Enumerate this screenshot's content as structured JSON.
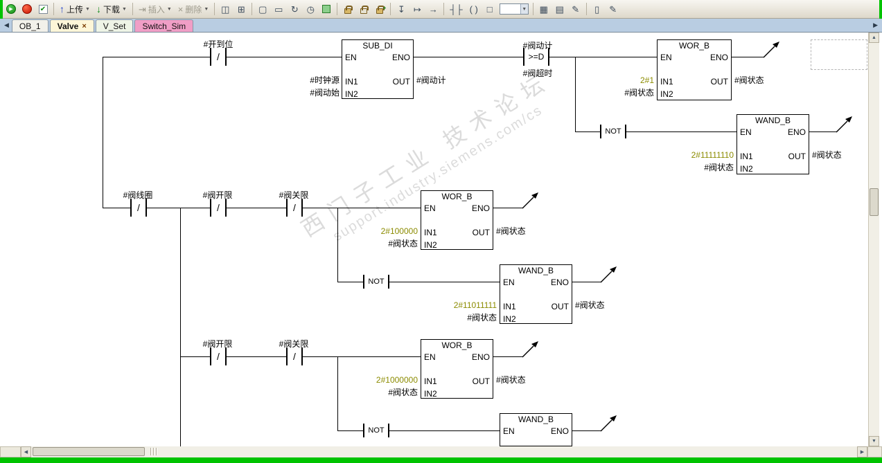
{
  "toolbar": {
    "upload": "上传",
    "download": "下载",
    "insert": "插入",
    "delete": "删除"
  },
  "tabs": {
    "items": [
      {
        "label": "OB_1"
      },
      {
        "label": "Valve",
        "close": "×"
      },
      {
        "label": "V_Set"
      },
      {
        "label": "Switch_Sim"
      }
    ]
  },
  "icons": {
    "play": "▶",
    "check": "✔",
    "up": "↑",
    "down": "↓",
    "caret": "▼",
    "insert": "⇥",
    "del": "×",
    "win1": "◫",
    "win2": "⊞",
    "win3": "▢",
    "win4": "▭",
    "refresh": "↻",
    "clock": "◷",
    "branch1": "↧",
    "branch2": "↦",
    "arrow": "→",
    "contact": "┤├",
    "coil": "( )",
    "box": "□",
    "grid1": "▦",
    "grid2": "▤",
    "pencil": "✎",
    "doc": "▯",
    "prev": "◀",
    "next": "▶",
    "sb_up": "▲",
    "sb_down": "▼"
  },
  "pins": {
    "en": "EN",
    "eno": "ENO",
    "in1": "IN1",
    "in2": "IN2",
    "out": "OUT"
  },
  "sym": {
    "nc": "/",
    "not": "NOT",
    "cmp": ">=D"
  },
  "net1": {
    "contact_open": "#开到位",
    "sub": {
      "title": "SUB_DI",
      "in1": "#时钟源",
      "in2": "#阀动始",
      "out": "#阀动计"
    },
    "cmp_top": "#阀动计",
    "cmp_bottom": "#阀超时",
    "wor": {
      "title": "WOR_B",
      "in1": "2#1",
      "in2": "#阀状态",
      "out": "#阀状态"
    },
    "wand": {
      "title": "WAND_B",
      "in1": "2#11111110",
      "in2": "#阀状态",
      "out": "#阀状态"
    }
  },
  "net2": {
    "c1": "#阀线圈",
    "c2": "#阀开限",
    "c3": "#阀关限",
    "wor": {
      "title": "WOR_B",
      "in1": "2#100000",
      "in2": "#阀状态",
      "out": "#阀状态"
    },
    "wand": {
      "title": "WAND_B",
      "in1": "2#11011111",
      "in2": "#阀状态",
      "out": "#阀状态"
    }
  },
  "net3": {
    "c1": "#阀开限",
    "c2": "#阀关限",
    "wor": {
      "title": "WOR_B",
      "in1": "2#1000000",
      "in2": "#阀状态",
      "out": "#阀状态"
    },
    "wand": {
      "title": "WAND_B"
    }
  },
  "watermark": {
    "line1": "西门子工业 技术论坛",
    "line2": "support.industry.siemens.com/cs"
  },
  "colors": {
    "constant_operand": "#8b8b00",
    "wire": "#000000",
    "frame_green": "#00c300",
    "tab_valve_active": "#fdf6d8",
    "tab_switch_sim_pink": "#f09ec6",
    "tabbar_background": "#b9cde2"
  }
}
